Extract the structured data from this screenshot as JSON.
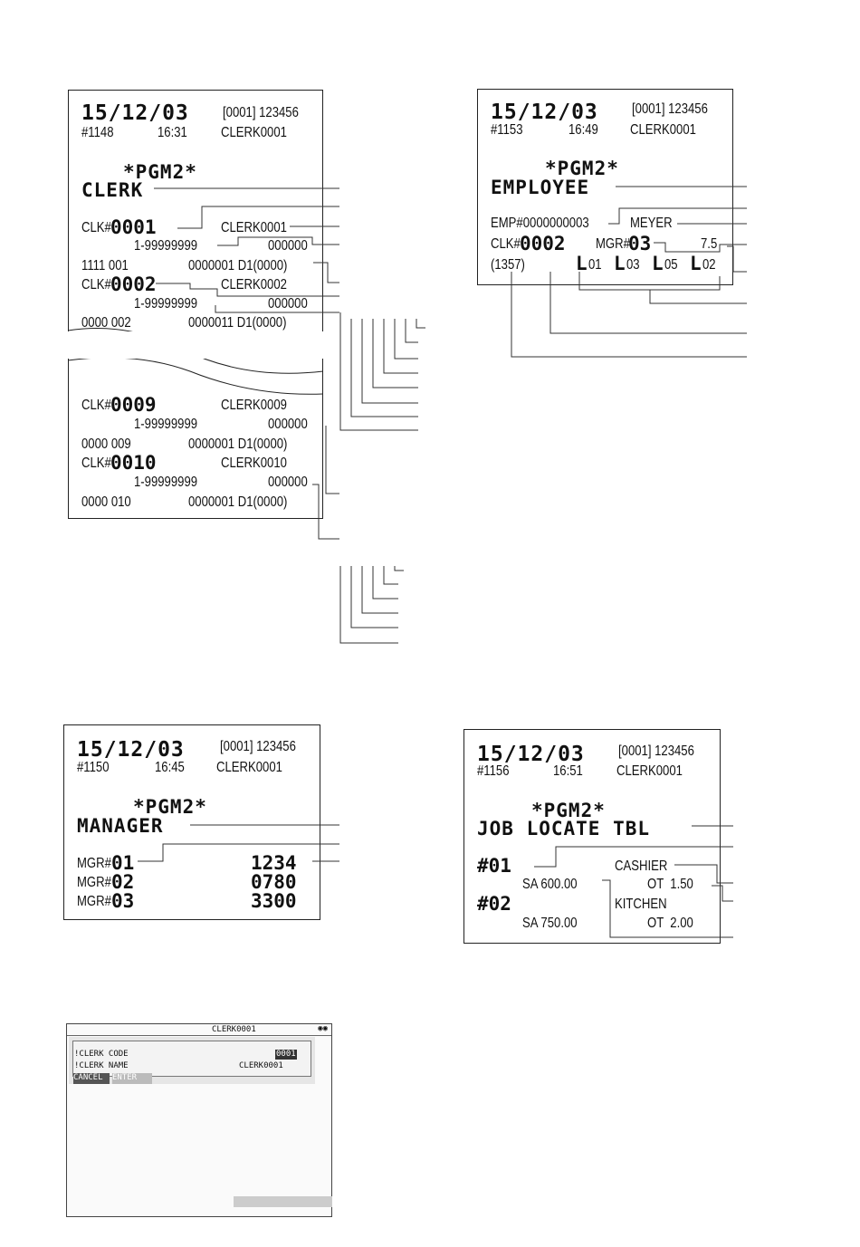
{
  "receipt_clerk": {
    "date": "15/12/03",
    "store": "[0001] 123456",
    "consec": "#1148",
    "time": "16:31",
    "clerk": "CLERK0001",
    "mode": "*PGM2*",
    "title": "CLERK",
    "rows": [
      {
        "clk_label": "CLK#",
        "clk_num": "0001",
        "name": "CLERK0001",
        "range": "1-99999999",
        "val": "000000",
        "code": "1111 001",
        "detail": "0000001 D1(0000)"
      },
      {
        "clk_label": "CLK#",
        "clk_num": "0002",
        "name": "CLERK0002",
        "range": "1-99999999",
        "val": "000000",
        "code": "0000 002",
        "detail": "0000011 D1(0000)"
      }
    ],
    "rows2": [
      {
        "clk_label": "CLK#",
        "clk_num": "0009",
        "name": "CLERK0009",
        "range": "1-99999999",
        "val": "000000",
        "code": "0000 009",
        "detail": "0000001 D1(0000)"
      },
      {
        "clk_label": "CLK#",
        "clk_num": "0010",
        "name": "CLERK0010",
        "range": "1-99999999",
        "val": "000000",
        "code": "0000 010",
        "detail": "0000001 D1(0000)"
      }
    ]
  },
  "receipt_employee": {
    "date": "15/12/03",
    "store": "[0001] 123456",
    "consec": "#1153",
    "time": "16:49",
    "clerk": "CLERK0001",
    "mode": "*PGM2*",
    "title": "EMPLOYEE",
    "emp": "EMP#0000000003",
    "name": "MEYER",
    "clk_label": "CLK#",
    "clk_num": "0002",
    "mgr_label": "MGR#",
    "mgr_num": "03",
    "rate": "7.5",
    "code": "(1357)",
    "locs": [
      {
        "l": "L",
        "n": "01"
      },
      {
        "l": "L",
        "n": "03"
      },
      {
        "l": "L",
        "n": "05"
      },
      {
        "l": "L",
        "n": "02"
      }
    ]
  },
  "receipt_manager": {
    "date": "15/12/03",
    "store": "[0001] 123456",
    "consec": "#1150",
    "time": "16:45",
    "clerk": "CLERK0001",
    "mode": "*PGM2*",
    "title": "MANAGER",
    "rows": [
      {
        "label": "MGR#",
        "num": "01",
        "code": "1234"
      },
      {
        "label": "MGR#",
        "num": "02",
        "code": "0780"
      },
      {
        "label": "MGR#",
        "num": "03",
        "code": "3300"
      }
    ]
  },
  "receipt_job": {
    "date": "15/12/03",
    "store": "[0001] 123456",
    "consec": "#1156",
    "time": "16:51",
    "clerk": "CLERK0001",
    "mode": "*PGM2*",
    "title": "JOB LOCATE TBL",
    "jobs": [
      {
        "num": "#01",
        "name": "CASHIER",
        "sa": "SA 600.00",
        "ot": "OT  1.50"
      },
      {
        "num": "#02",
        "name": "KITCHEN",
        "sa": "SA 750.00",
        "ot": "OT  2.00"
      }
    ]
  },
  "screen": {
    "header": "CLERK0001",
    "row1_label": "!CLERK CODE",
    "row1_value": "0001",
    "row2_label": "!CLERK NAME",
    "row2_value": "CLERK0001",
    "cancel": "CANCEL",
    "enter": "ENTER"
  }
}
